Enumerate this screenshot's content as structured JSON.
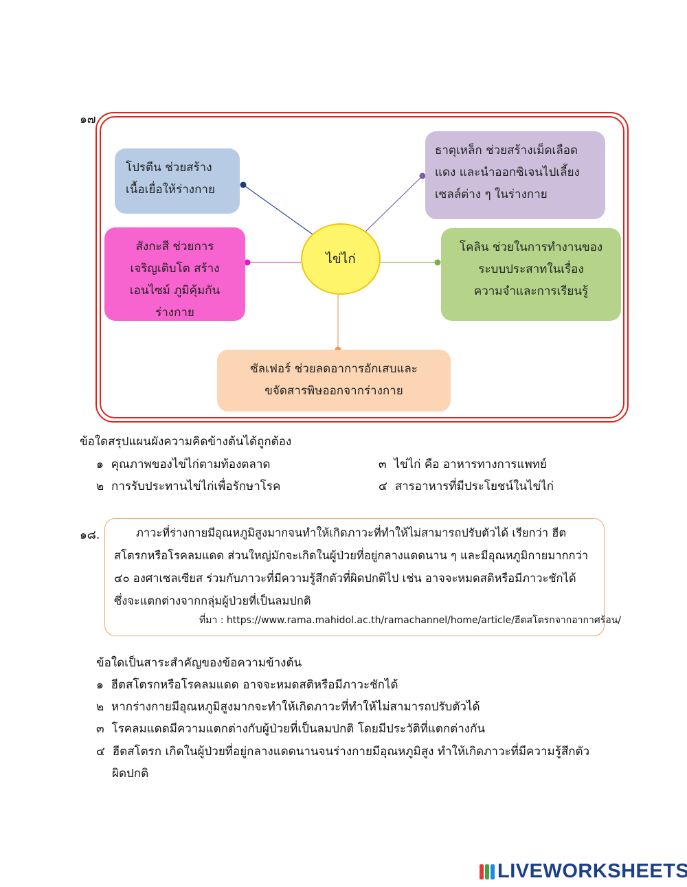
{
  "q17": {
    "number": "๑๗.",
    "center": "ไข่ไก่",
    "boxes": {
      "protein": [
        "โปรตีน ช่วยสร้าง",
        "เนื้อเยื่อให้ร่างกาย"
      ],
      "iron": [
        "ธาตุเหล็ก ช่วยสร้างเม็ดเลือด",
        "แดง และนำออกซิเจนไปเลี้ยง",
        "เซลล์ต่าง ๆ ในร่างกาย"
      ],
      "zinc": [
        "สังกะสี ช่วยการ",
        "เจริญเติบโต สร้าง",
        "เอนไซม์ ภูมิคุ้มกัน",
        "ร่างกาย"
      ],
      "choline": [
        "โคลิน ช่วยในการทำงานของ",
        "ระบบประสาทในเรื่อง",
        "ความจำและการเรียนรู้"
      ],
      "sulfur": [
        "ซัลเฟอร์ ช่วยลดอาการอักเสบและ",
        "ขจัดสารพิษออกจากร่างกาย"
      ]
    },
    "question": "ข้อใดสรุปแผนผังความคิดข้างต้นได้ถูกต้อง",
    "options": [
      {
        "num": "๑",
        "text": "คุณภาพของไข่ไก่ตามท้องตลาด"
      },
      {
        "num": "๒",
        "text": "การรับประทานไข่ไก่เพื่อรักษาโรค"
      },
      {
        "num": "๓",
        "text": "ไข่ไก่ คือ อาหารทางการแพทย์"
      },
      {
        "num": "๔",
        "text": "สารอาหารที่มีประโยชน์ในไข่ไก่"
      }
    ]
  },
  "q18": {
    "number": "๑๘.",
    "passage": [
      "ภาวะที่ร่างกายมีอุณหภูมิสูงมากจนทำให้เกิดภาวะที่ทำให้ไม่สามารถปรับตัวได้ เรียกว่า ฮีต",
      "สโตรกหรือโรคลมแดด ส่วนใหญ่มักจะเกิดในผู้ป่วยที่อยู่กลางแดดนาน ๆ และมีอุณหภูมิกายมากกว่า",
      "๔๐ องศาเซลเซียส ร่วมกับภาวะที่มีความรู้สึกตัวที่ผิดปกติไป เช่น อาจจะหมดสติหรือมีภาวะชักได้",
      "ซึ่งจะแตกต่างจากกลุ่มผู้ป่วยที่เป็นลมปกติ"
    ],
    "source": "ที่มา : https://www.rama.mahidol.ac.th/ramachannel/home/article/ฮีตสโตรกจากอากาศร้อน/",
    "question": "ข้อใดเป็นสาระสำคัญของข้อความข้างต้น",
    "options": [
      {
        "num": "๑",
        "text": "ฮีตสโตรกหรือโรคลมแดด อาจจะหมดสติหรือมีภาวะชักได้"
      },
      {
        "num": "๒",
        "text": "หากร่างกายมีอุณหภูมิสูงมากจะทำให้เกิดภาวะที่ทำให้ไม่สามารถปรับตัวได้"
      },
      {
        "num": "๓",
        "text": "โรคลมแดดมีความแตกต่างกับผู้ป่วยที่เป็นลมปกติ โดยมีประวัติที่แตกต่างกัน"
      },
      {
        "num": "๔",
        "text": "ฮีตสโตรก เกิดในผู้ป่วยที่อยู่กลางแดดนานจนร่างกายมีอุณหภูมิสูง ทำให้เกิดภาวะที่มีความรู้สึกตัว",
        "text2": "ผิดปกติ"
      }
    ]
  },
  "footer": {
    "logo_text": "LIVEWORKSHEETS"
  },
  "colors": {
    "frame": "#d9261c",
    "protein": "#b7cce4",
    "iron": "#cdbfdc",
    "zinc": "#f763cf",
    "choline": "#b5d48a",
    "sulfur": "#fbd5b4",
    "center": "#fff56b",
    "passage_border": "#f0a56a",
    "logo": "#1b3f8a"
  }
}
